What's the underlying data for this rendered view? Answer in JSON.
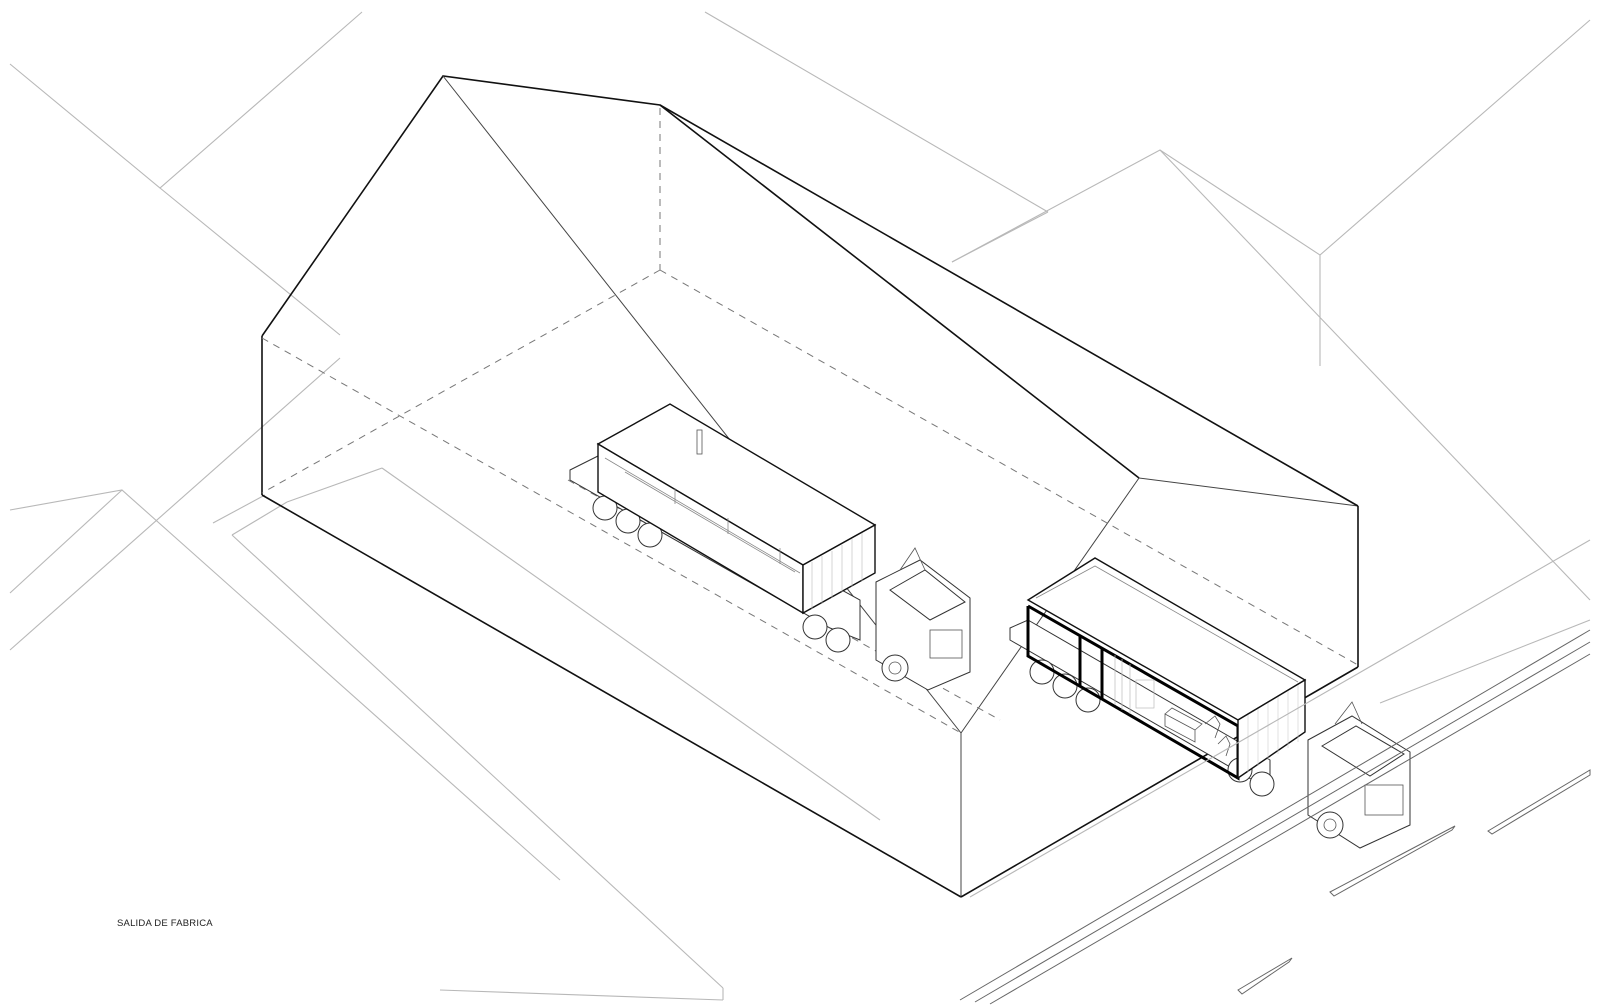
{
  "drawing": {
    "type": "axonometric architectural diagram",
    "caption": "SALIDA DE FABRICA",
    "elements": [
      {
        "name": "factory-building",
        "description": "gabled factory hall with dashed interior floor outline"
      },
      {
        "name": "module-inside",
        "description": "prefabricated modular unit on flatbed truck inside factory"
      },
      {
        "name": "module-exiting",
        "description": "sectioned modular unit with furniture on truck exiting factory"
      },
      {
        "name": "road",
        "description": "street with lane markings at right"
      },
      {
        "name": "context-buildings",
        "description": "surrounding building outlines in light gray"
      }
    ],
    "colors": {
      "background": "#ffffff",
      "primary_line": "#111111",
      "context_line": "#b8b8b8",
      "dashed_line": "#777777"
    }
  }
}
